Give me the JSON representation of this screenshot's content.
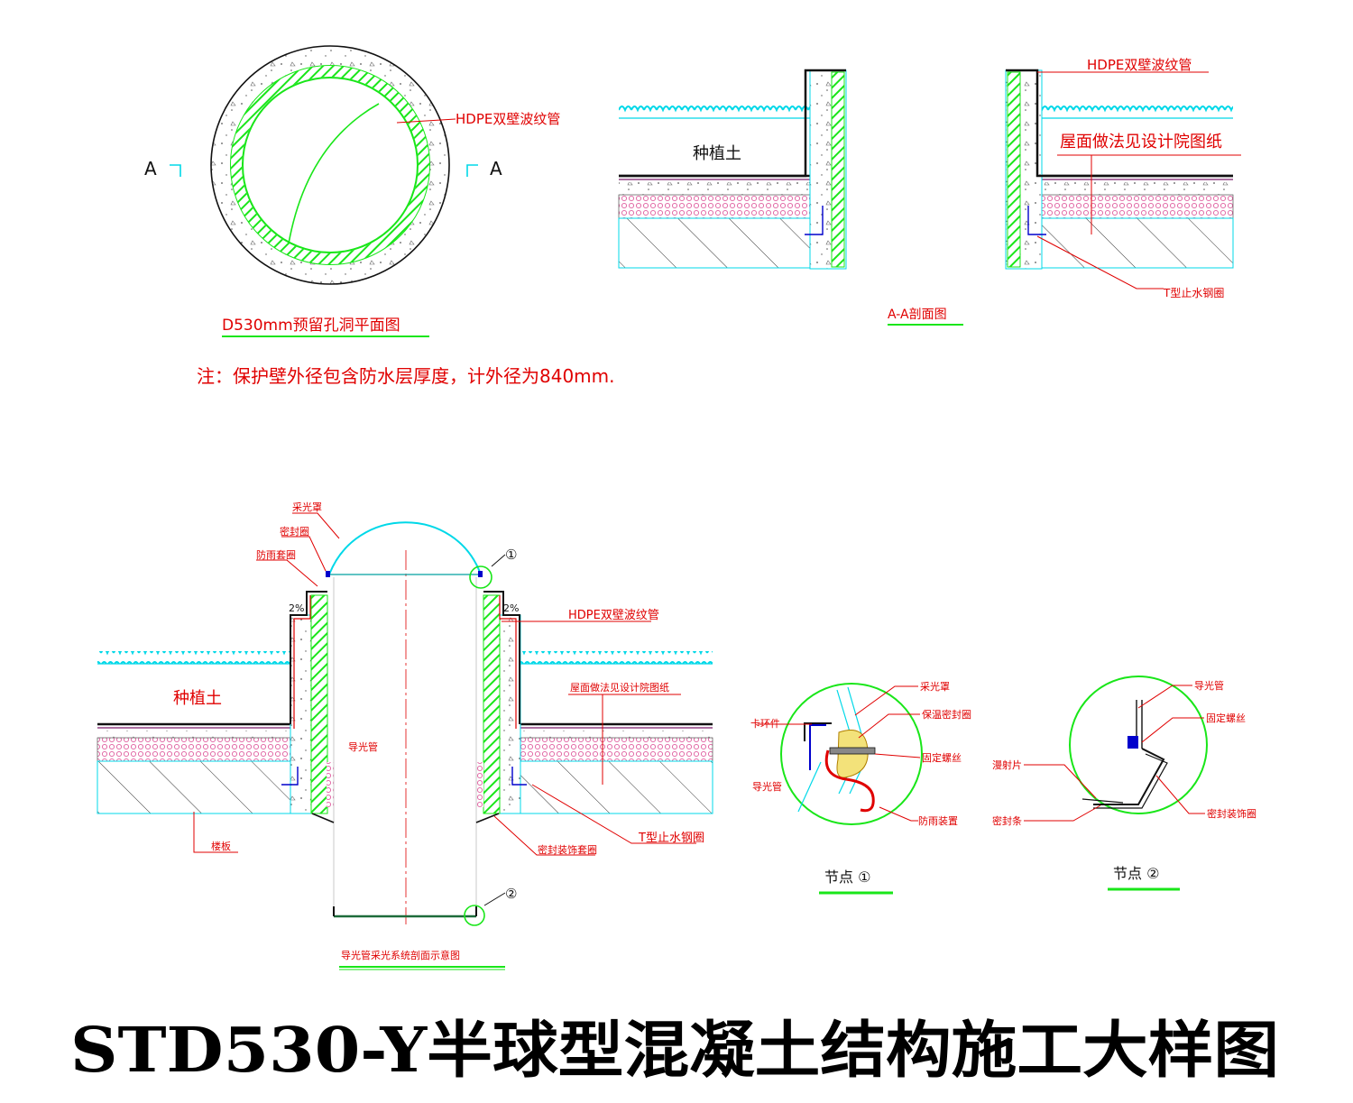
{
  "colors": {
    "green": "#19e619",
    "cyan": "#00d8e8",
    "red": "#e00000",
    "black": "#111111",
    "pink": "#f0b0d0",
    "blue": "#0000cc",
    "yellow": "#f3e27a"
  },
  "plan_view": {
    "title": "D530mm预留孔洞平面图",
    "pipe_label": "HDPE双壁波纹管",
    "section_mark_left": "A",
    "section_mark_right": "A",
    "note": "注：保护壁外径包含防水层厚度，计外径为840mm."
  },
  "section_view": {
    "title": "A-A剖面图",
    "soil_label": "种植土",
    "pipe_label": "HDPE双壁波纹管",
    "roof_label": "屋面做法见设计院图纸",
    "ring_label": "T型止水钢圈"
  },
  "system_view": {
    "title": "导光管采光系统剖面示意图",
    "dome_label": "采光罩",
    "seal_label": "密封圈",
    "rain_ring_label": "防雨套圈",
    "slope_left": "2%",
    "slope_right": "2%",
    "pipe_label": "HDPE双壁波纹管",
    "roof_label": "屋面做法见设计院图纸",
    "soil_label": "种植土",
    "tube_label": "导光管",
    "slab_label": "楼板",
    "deco_ring_label": "密封装饰套圈",
    "ring_label": "T型止水钢圈",
    "node1_mark": "①",
    "node2_mark": "②"
  },
  "node1": {
    "title": "节点 ①",
    "dome": "采光罩",
    "clip": "卡环件",
    "insul_seal": "保温密封圈",
    "screw": "固定螺丝",
    "tube": "导光管",
    "rain": "防雨装置"
  },
  "node2": {
    "title": "节点 ②",
    "tube": "导光管",
    "screw": "固定螺丝",
    "diffuser": "漫射片",
    "seal_strip": "密封条",
    "deco_ring": "密封装饰圈"
  },
  "main_title": "STD530-Y半球型混凝土结构施工大样图"
}
